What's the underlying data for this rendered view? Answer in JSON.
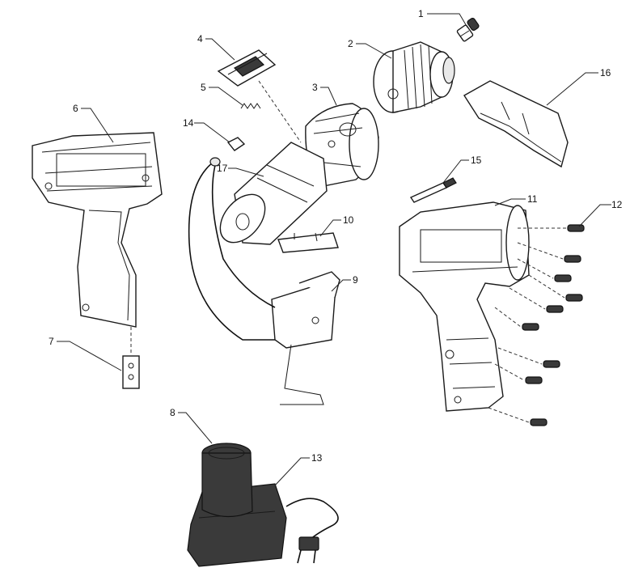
{
  "callouts": [
    {
      "id": "1",
      "label": "1"
    },
    {
      "id": "2",
      "label": "2"
    },
    {
      "id": "3",
      "label": "3"
    },
    {
      "id": "4",
      "label": "4"
    },
    {
      "id": "5",
      "label": "5"
    },
    {
      "id": "6",
      "label": "6"
    },
    {
      "id": "7",
      "label": "7"
    },
    {
      "id": "8",
      "label": "8"
    },
    {
      "id": "9",
      "label": "9"
    },
    {
      "id": "10",
      "label": "10"
    },
    {
      "id": "11",
      "label": "11"
    },
    {
      "id": "12",
      "label": "12"
    },
    {
      "id": "13",
      "label": "13"
    },
    {
      "id": "14",
      "label": "14"
    },
    {
      "id": "15",
      "label": "15"
    },
    {
      "id": "16",
      "label": "16"
    },
    {
      "id": "17",
      "label": "17"
    }
  ],
  "parts": [
    {
      "id": "1",
      "icon": "screw-icon"
    },
    {
      "id": "2",
      "icon": "drill-chuck-icon"
    },
    {
      "id": "3",
      "icon": "gearbox-icon"
    },
    {
      "id": "4",
      "icon": "switch-slider-icon"
    },
    {
      "id": "5",
      "icon": "spring-icon"
    },
    {
      "id": "6",
      "icon": "housing-left-icon"
    },
    {
      "id": "7",
      "icon": "battery-contact-icon"
    },
    {
      "id": "8",
      "icon": "battery-pack-icon"
    },
    {
      "id": "9",
      "icon": "trigger-switch-icon"
    },
    {
      "id": "10",
      "icon": "terminal-plate-icon"
    },
    {
      "id": "11",
      "icon": "housing-right-icon"
    },
    {
      "id": "12",
      "icon": "housing-screw-icon"
    },
    {
      "id": "13",
      "icon": "charger-icon"
    },
    {
      "id": "14",
      "icon": "led-clip-icon"
    },
    {
      "id": "15",
      "icon": "screwdriver-bit-icon"
    },
    {
      "id": "16",
      "icon": "top-cover-icon"
    },
    {
      "id": "17",
      "icon": "motor-icon"
    }
  ]
}
